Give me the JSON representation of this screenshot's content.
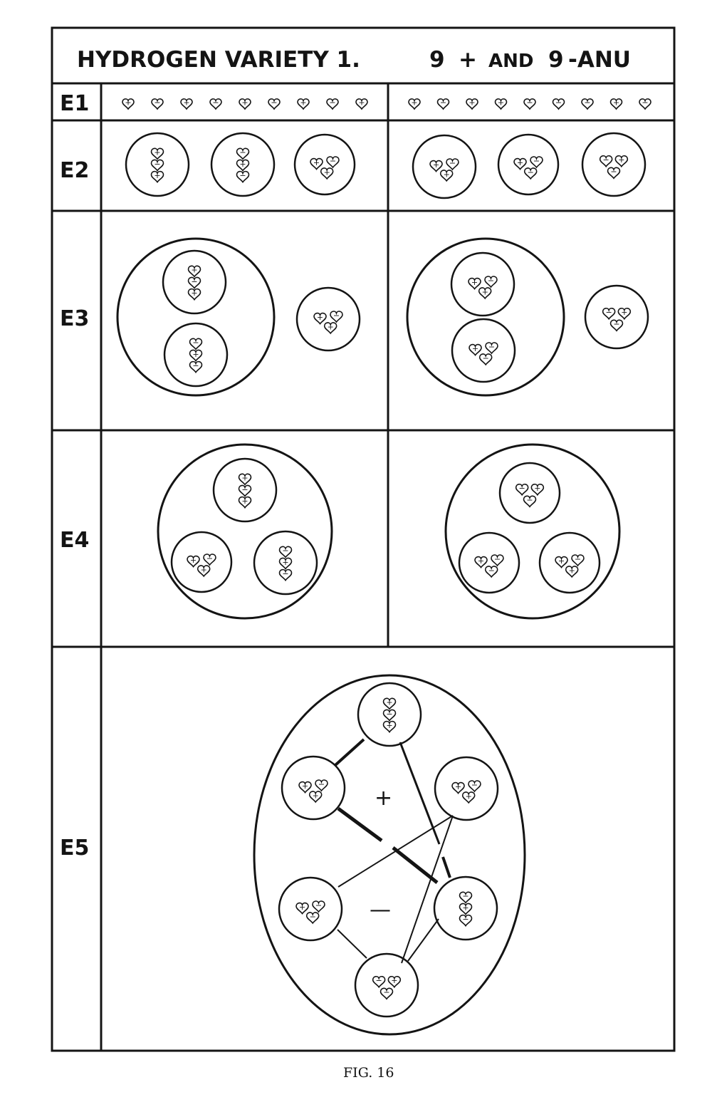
{
  "title": {
    "main": "HYDROGEN VARIETY 1.",
    "count_plus": "9",
    "plus": "+",
    "and": "AND",
    "count_minus": "9",
    "minus_anu": "-ANU"
  },
  "rows": [
    {
      "label": "E1"
    },
    {
      "label": "E2"
    },
    {
      "label": "E3"
    },
    {
      "label": "E4"
    },
    {
      "label": "E5"
    }
  ],
  "e1": {
    "left": [
      "+",
      "−",
      "+",
      "−",
      "+",
      "−",
      "+",
      "−",
      "+"
    ],
    "right": [
      "+",
      "−",
      "+",
      "+",
      "−",
      "−",
      "−",
      "+",
      "−"
    ]
  },
  "e5": {
    "plus_label": "+",
    "minus_label": "—"
  },
  "caption": "FIG. 16",
  "colors": {
    "ink": "#141414",
    "paper": "#ffffff"
  }
}
